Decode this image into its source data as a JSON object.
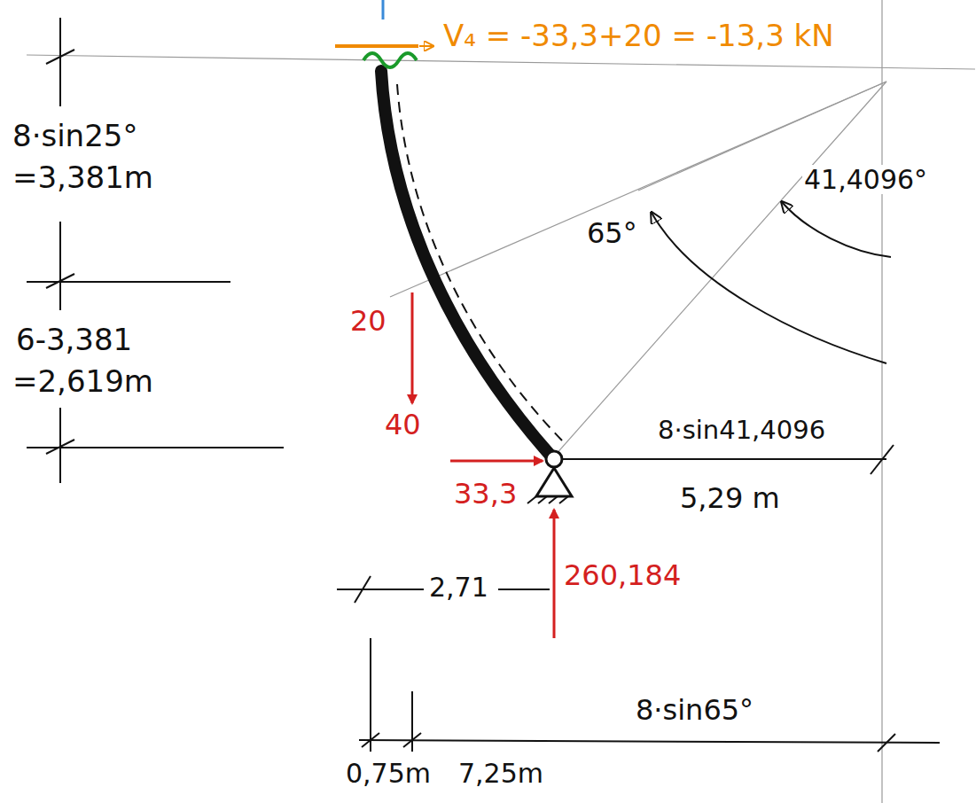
{
  "diagram": {
    "labels": [
      "V₄ = -33,3+20 = -13,3 kN",
      "8·sin25°",
      "=3,381m",
      "6-3,381",
      "=2,619m",
      "41,4096°",
      "65°",
      "20",
      "40",
      "33,3",
      "260,184",
      "8·sin41,4096",
      "5,29 m",
      "2,71",
      "8·sin65°",
      "0,75m",
      "7,25m"
    ]
  }
}
